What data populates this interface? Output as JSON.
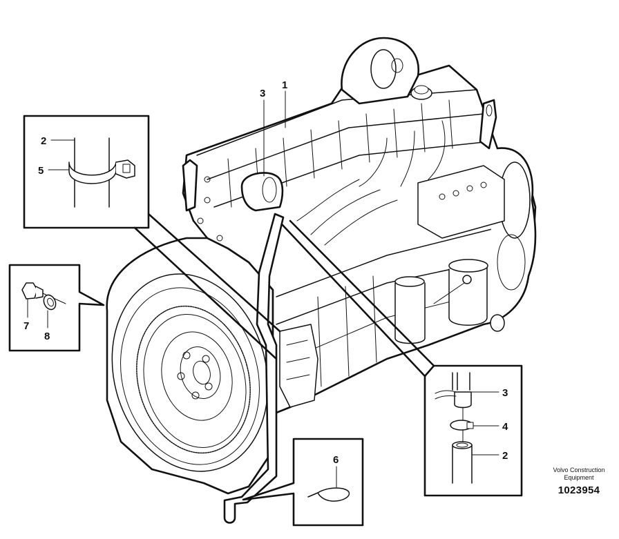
{
  "figure": {
    "type": "exploded parts diagram",
    "subject": "engine with coolant pipe assembly",
    "watermark_color": "#e8a0a4",
    "watermark_secondary_color": "#b8b8b8"
  },
  "callouts": {
    "main": [
      {
        "id": "1",
        "label": "1"
      },
      {
        "id": "3",
        "label": "3"
      }
    ],
    "detail_clamp": [
      {
        "id": "2",
        "label": "2"
      },
      {
        "id": "5",
        "label": "5"
      }
    ],
    "detail_plug": [
      {
        "id": "7",
        "label": "7"
      },
      {
        "id": "8",
        "label": "8"
      }
    ],
    "detail_hose": [
      {
        "id": "3",
        "label": "3"
      },
      {
        "id": "4",
        "label": "4"
      },
      {
        "id": "2",
        "label": "2"
      }
    ],
    "detail_tie": [
      {
        "id": "6",
        "label": "6"
      }
    ]
  },
  "caption": {
    "organization": "Volvo Construction",
    "organization_line2": "Equipment",
    "figure_number": "1023954"
  }
}
